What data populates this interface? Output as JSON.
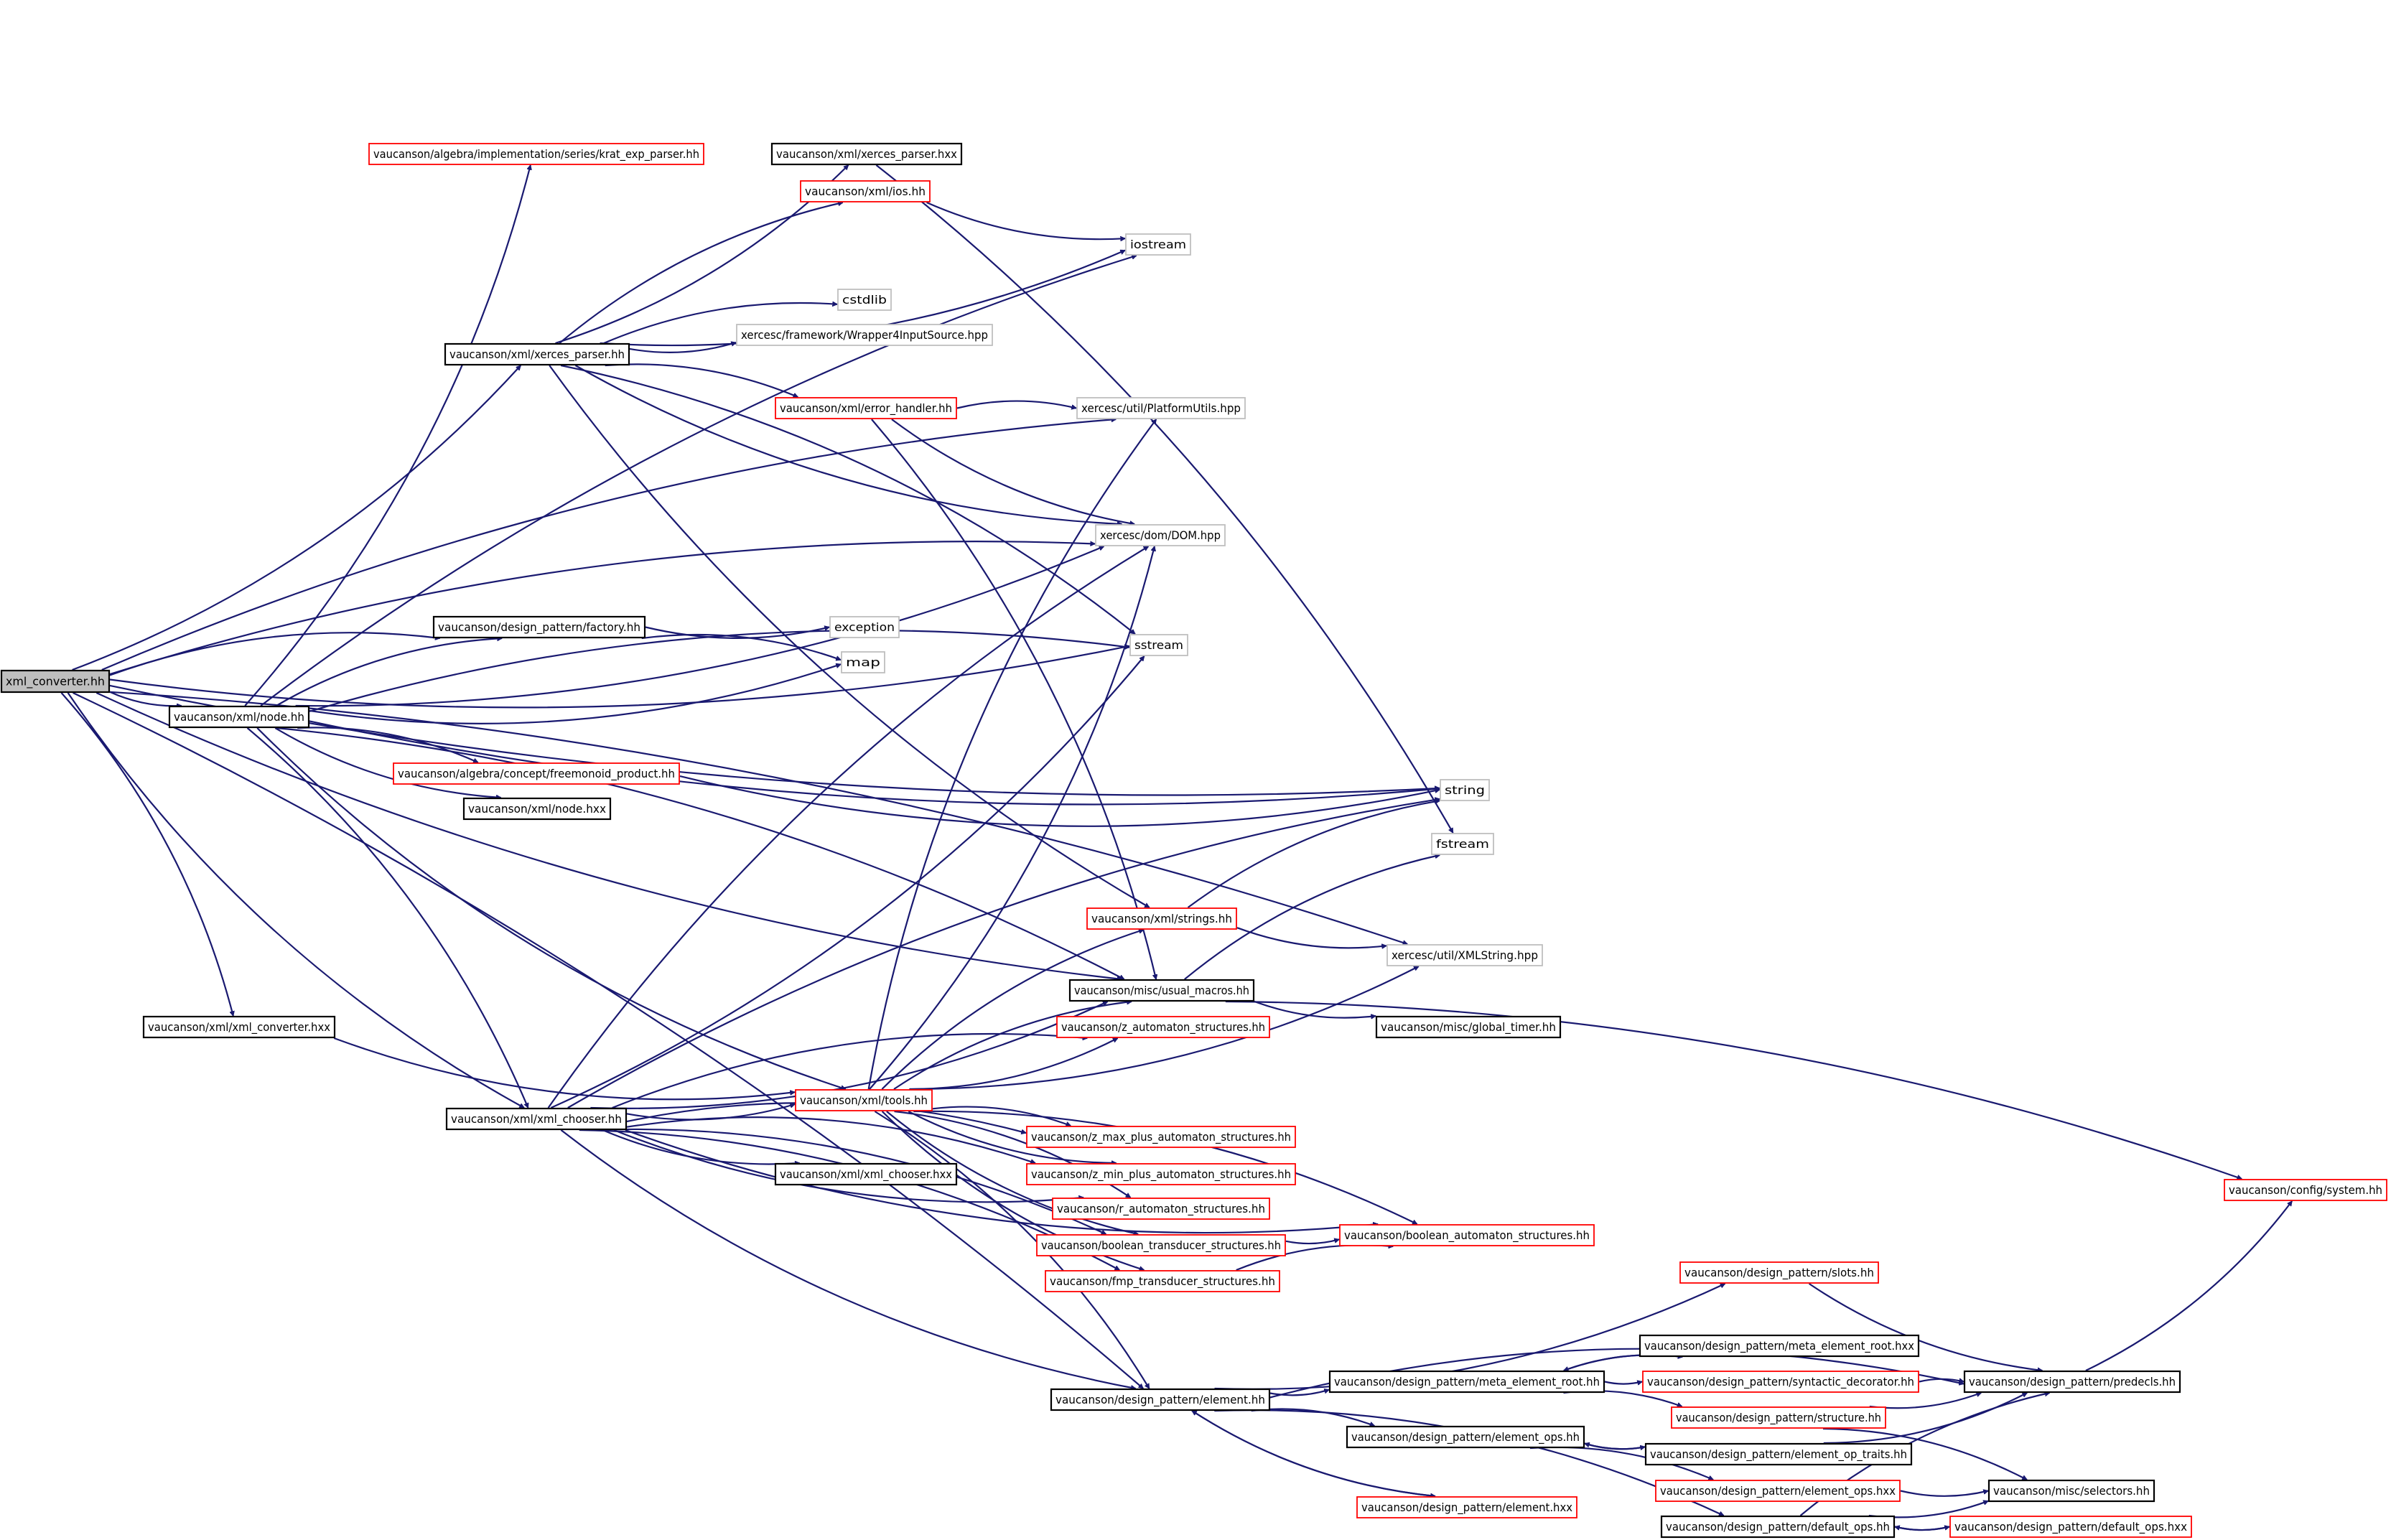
{
  "diagram": {
    "title": "",
    "colors": {
      "edge": "#191970",
      "border_documented": "#000000",
      "border_undocumented_link": "#ff0000",
      "border_external": "#bfbfbf",
      "root_fill": "#bfbfbf",
      "background": "#ffffff"
    },
    "nodes": [
      {
        "id": "xml_converter_hh",
        "label": "xml_converter.hh",
        "kind": "root"
      },
      {
        "id": "krat_exp_parser_hh",
        "label": "vaucanson/algebra/implementation/series/krat_exp_parser.hh",
        "kind": "red"
      },
      {
        "id": "xerces_parser_hxx",
        "label": "vaucanson/xml/xerces_parser.hxx",
        "kind": "black"
      },
      {
        "id": "ios_hh",
        "label": "vaucanson/xml/ios.hh",
        "kind": "red"
      },
      {
        "id": "iostream",
        "label": "iostream",
        "kind": "gray"
      },
      {
        "id": "cstdlib",
        "label": "cstdlib",
        "kind": "gray"
      },
      {
        "id": "wrapper4input",
        "label": "xercesc/framework/Wrapper4InputSource.hpp",
        "kind": "gray"
      },
      {
        "id": "xerces_parser_hh",
        "label": "vaucanson/xml/xerces_parser.hh",
        "kind": "black"
      },
      {
        "id": "error_handler_hh",
        "label": "vaucanson/xml/error_handler.hh",
        "kind": "red"
      },
      {
        "id": "platformutils",
        "label": "xercesc/util/PlatformUtils.hpp",
        "kind": "gray"
      },
      {
        "id": "dom_hpp",
        "label": "xercesc/dom/DOM.hpp",
        "kind": "gray"
      },
      {
        "id": "factory_hh",
        "label": "vaucanson/design_pattern/factory.hh",
        "kind": "black"
      },
      {
        "id": "exception",
        "label": "exception",
        "kind": "gray"
      },
      {
        "id": "map",
        "label": "map",
        "kind": "gray"
      },
      {
        "id": "sstream",
        "label": "sstream",
        "kind": "gray"
      },
      {
        "id": "node_hh",
        "label": "vaucanson/xml/node.hh",
        "kind": "black"
      },
      {
        "id": "freemonoid_product_hh",
        "label": "vaucanson/algebra/concept/freemonoid_product.hh",
        "kind": "red"
      },
      {
        "id": "string",
        "label": "string",
        "kind": "gray"
      },
      {
        "id": "node_hxx",
        "label": "vaucanson/xml/node.hxx",
        "kind": "black"
      },
      {
        "id": "fstream",
        "label": "fstream",
        "kind": "gray"
      },
      {
        "id": "strings_hh",
        "label": "vaucanson/xml/strings.hh",
        "kind": "red"
      },
      {
        "id": "xmlstring",
        "label": "xercesc/util/XMLString.hpp",
        "kind": "gray"
      },
      {
        "id": "usual_macros_hh",
        "label": "vaucanson/misc/usual_macros.hh",
        "kind": "black"
      },
      {
        "id": "xml_converter_hxx",
        "label": "vaucanson/xml/xml_converter.hxx",
        "kind": "black"
      },
      {
        "id": "global_timer_hh",
        "label": "vaucanson/misc/global_timer.hh",
        "kind": "black"
      },
      {
        "id": "z_automaton_structures_hh",
        "label": "vaucanson/z_automaton_structures.hh",
        "kind": "red"
      },
      {
        "id": "xml_chooser_hh",
        "label": "vaucanson/xml/xml_chooser.hh",
        "kind": "black"
      },
      {
        "id": "tools_hh",
        "label": "vaucanson/xml/tools.hh",
        "kind": "red"
      },
      {
        "id": "z_max_plus_hh",
        "label": "vaucanson/z_max_plus_automaton_structures.hh",
        "kind": "red"
      },
      {
        "id": "xml_chooser_hxx",
        "label": "vaucanson/xml/xml_chooser.hxx",
        "kind": "black"
      },
      {
        "id": "z_min_plus_hh",
        "label": "vaucanson/z_min_plus_automaton_structures.hh",
        "kind": "red"
      },
      {
        "id": "r_automaton_structures_hh",
        "label": "vaucanson/r_automaton_structures.hh",
        "kind": "red"
      },
      {
        "id": "system_hh",
        "label": "vaucanson/config/system.hh",
        "kind": "red"
      },
      {
        "id": "boolean_transducer_hh",
        "label": "vaucanson/boolean_transducer_structures.hh",
        "kind": "red"
      },
      {
        "id": "boolean_automaton_hh",
        "label": "vaucanson/boolean_automaton_structures.hh",
        "kind": "red"
      },
      {
        "id": "fmp_transducer_hh",
        "label": "vaucanson/fmp_transducer_structures.hh",
        "kind": "red"
      },
      {
        "id": "slots_hh",
        "label": "vaucanson/design_pattern/slots.hh",
        "kind": "red"
      },
      {
        "id": "meta_element_root_hxx",
        "label": "vaucanson/design_pattern/meta_element_root.hxx",
        "kind": "black"
      },
      {
        "id": "element_hh",
        "label": "vaucanson/design_pattern/element.hh",
        "kind": "black"
      },
      {
        "id": "meta_element_root_hh",
        "label": "vaucanson/design_pattern/meta_element_root.hh",
        "kind": "black"
      },
      {
        "id": "syntactic_decorator_hh",
        "label": "vaucanson/design_pattern/syntactic_decorator.hh",
        "kind": "red"
      },
      {
        "id": "predecls_hh",
        "label": "vaucanson/design_pattern/predecls.hh",
        "kind": "black"
      },
      {
        "id": "structure_hh",
        "label": "vaucanson/design_pattern/structure.hh",
        "kind": "red"
      },
      {
        "id": "element_ops_hh",
        "label": "vaucanson/design_pattern/element_ops.hh",
        "kind": "black"
      },
      {
        "id": "element_op_traits_hh",
        "label": "vaucanson/design_pattern/element_op_traits.hh",
        "kind": "black"
      },
      {
        "id": "element_ops_hxx",
        "label": "vaucanson/design_pattern/element_ops.hxx",
        "kind": "red"
      },
      {
        "id": "selectors_hh",
        "label": "vaucanson/misc/selectors.hh",
        "kind": "black"
      },
      {
        "id": "element_hxx",
        "label": "vaucanson/design_pattern/element.hxx",
        "kind": "red"
      },
      {
        "id": "default_ops_hh",
        "label": "vaucanson/design_pattern/default_ops.hh",
        "kind": "black"
      },
      {
        "id": "default_ops_hxx",
        "label": "vaucanson/design_pattern/default_ops.hxx",
        "kind": "red"
      }
    ],
    "edges": [
      [
        "xml_converter_hh",
        "string"
      ],
      [
        "xml_converter_hh",
        "platformutils"
      ],
      [
        "xml_converter_hh",
        "xerces_parser_hh"
      ],
      [
        "xml_converter_hh",
        "dom_hpp"
      ],
      [
        "xml_converter_hh",
        "sstream"
      ],
      [
        "xml_converter_hh",
        "factory_hh"
      ],
      [
        "xml_converter_hh",
        "node_hh"
      ],
      [
        "xml_converter_hh",
        "xmlstring"
      ],
      [
        "xml_converter_hh",
        "usual_macros_hh"
      ],
      [
        "xml_converter_hh",
        "xml_converter_hxx"
      ],
      [
        "xml_converter_hh",
        "xml_chooser_hh"
      ],
      [
        "xml_converter_hh",
        "element_hh"
      ],
      [
        "xerces_parser_hh",
        "xerces_parser_hxx"
      ],
      [
        "xerces_parser_hh",
        "ios_hh"
      ],
      [
        "xerces_parser_hh",
        "iostream"
      ],
      [
        "xerces_parser_hh",
        "cstdlib"
      ],
      [
        "xerces_parser_hh",
        "wrapper4input"
      ],
      [
        "xerces_parser_hh",
        "error_handler_hh"
      ],
      [
        "xerces_parser_hh",
        "dom_hpp"
      ],
      [
        "xerces_parser_hh",
        "sstream"
      ],
      [
        "xerces_parser_hh",
        "strings_hh"
      ],
      [
        "xerces_parser_hxx",
        "fstream"
      ],
      [
        "ios_hh",
        "iostream"
      ],
      [
        "error_handler_hh",
        "platformutils"
      ],
      [
        "error_handler_hh",
        "dom_hpp"
      ],
      [
        "error_handler_hh",
        "usual_macros_hh"
      ],
      [
        "factory_hh",
        "exception"
      ],
      [
        "factory_hh",
        "map"
      ],
      [
        "node_hh",
        "krat_exp_parser_hh"
      ],
      [
        "node_hh",
        "iostream"
      ],
      [
        "node_hh",
        "dom_hpp"
      ],
      [
        "node_hh",
        "factory_hh"
      ],
      [
        "node_hh",
        "map"
      ],
      [
        "node_hh",
        "sstream"
      ],
      [
        "node_hh",
        "string"
      ],
      [
        "node_hh",
        "freemonoid_product_hh"
      ],
      [
        "node_hh",
        "node_hxx"
      ],
      [
        "node_hh",
        "usual_macros_hh"
      ],
      [
        "node_hh",
        "tools_hh"
      ],
      [
        "node_hh",
        "xml_chooser_hh"
      ],
      [
        "freemonoid_product_hh",
        "string"
      ],
      [
        "strings_hh",
        "string"
      ],
      [
        "strings_hh",
        "xmlstring"
      ],
      [
        "usual_macros_hh",
        "fstream"
      ],
      [
        "usual_macros_hh",
        "global_timer_hh"
      ],
      [
        "usual_macros_hh",
        "system_hh"
      ],
      [
        "xml_converter_hxx",
        "tools_hh"
      ],
      [
        "xml_chooser_hh",
        "dom_hpp"
      ],
      [
        "xml_chooser_hh",
        "sstream"
      ],
      [
        "xml_chooser_hh",
        "string"
      ],
      [
        "xml_chooser_hh",
        "usual_macros_hh"
      ],
      [
        "xml_chooser_hh",
        "z_automaton_structures_hh"
      ],
      [
        "xml_chooser_hh",
        "tools_hh"
      ],
      [
        "xml_chooser_hh",
        "z_max_plus_hh"
      ],
      [
        "xml_chooser_hh",
        "xml_chooser_hxx"
      ],
      [
        "xml_chooser_hh",
        "z_min_plus_hh"
      ],
      [
        "xml_chooser_hh",
        "r_automaton_structures_hh"
      ],
      [
        "xml_chooser_hh",
        "boolean_transducer_hh"
      ],
      [
        "xml_chooser_hh",
        "boolean_automaton_hh"
      ],
      [
        "xml_chooser_hh",
        "fmp_transducer_hh"
      ],
      [
        "xml_chooser_hh",
        "element_hh"
      ],
      [
        "tools_hh",
        "platformutils"
      ],
      [
        "tools_hh",
        "dom_hpp"
      ],
      [
        "tools_hh",
        "strings_hh"
      ],
      [
        "tools_hh",
        "xmlstring"
      ],
      [
        "tools_hh",
        "usual_macros_hh"
      ],
      [
        "tools_hh",
        "z_automaton_structures_hh"
      ],
      [
        "tools_hh",
        "z_max_plus_hh"
      ],
      [
        "tools_hh",
        "z_min_plus_hh"
      ],
      [
        "tools_hh",
        "r_automaton_structures_hh"
      ],
      [
        "tools_hh",
        "boolean_transducer_hh"
      ],
      [
        "tools_hh",
        "boolean_automaton_hh"
      ],
      [
        "tools_hh",
        "fmp_transducer_hh"
      ],
      [
        "tools_hh",
        "element_hh"
      ],
      [
        "boolean_transducer_hh",
        "boolean_automaton_hh"
      ],
      [
        "fmp_transducer_hh",
        "boolean_automaton_hh"
      ],
      [
        "element_hh",
        "slots_hh"
      ],
      [
        "element_hh",
        "predecls_hh"
      ],
      [
        "element_hh",
        "meta_element_root_hh"
      ],
      [
        "element_hh",
        "element_ops_hh"
      ],
      [
        "element_hh",
        "element_hxx"
      ],
      [
        "element_hh",
        "default_ops_hh"
      ],
      [
        "slots_hh",
        "predecls_hh"
      ],
      [
        "meta_element_root_hh",
        "meta_element_root_hxx"
      ],
      [
        "meta_element_root_hh",
        "syntactic_decorator_hh"
      ],
      [
        "meta_element_root_hh",
        "structure_hh"
      ],
      [
        "meta_element_root_hxx",
        "meta_element_root_hh"
      ],
      [
        "syntactic_decorator_hh",
        "predecls_hh"
      ],
      [
        "structure_hh",
        "predecls_hh"
      ],
      [
        "structure_hh",
        "selectors_hh"
      ],
      [
        "element_ops_hh",
        "element_op_traits_hh"
      ],
      [
        "element_ops_hh",
        "element_ops_hxx"
      ],
      [
        "element_op_traits_hh",
        "predecls_hh"
      ],
      [
        "element_op_traits_hh",
        "element_ops_hh"
      ],
      [
        "element_ops_hxx",
        "selectors_hh"
      ],
      [
        "element_hxx",
        "element_hh"
      ],
      [
        "default_ops_hh",
        "selectors_hh"
      ],
      [
        "default_ops_hh",
        "predecls_hh"
      ],
      [
        "default_ops_hh",
        "default_ops_hxx"
      ],
      [
        "default_ops_hxx",
        "default_ops_hh"
      ],
      [
        "predecls_hh",
        "system_hh"
      ]
    ]
  }
}
